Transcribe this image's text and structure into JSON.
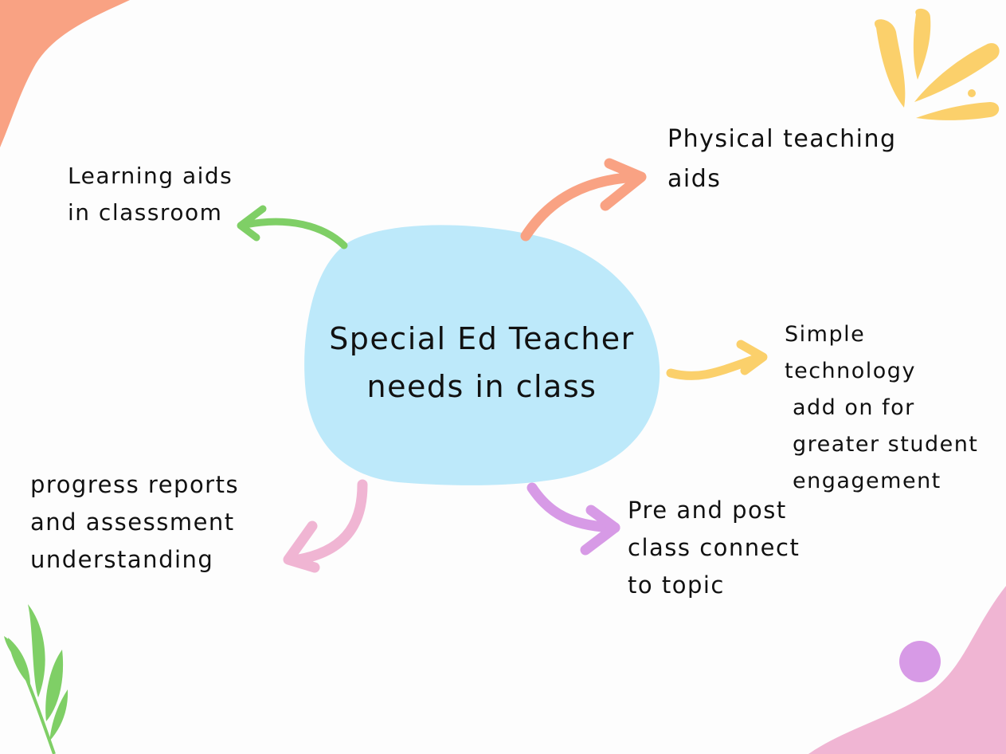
{
  "center": {
    "line1": "Special Ed Teacher",
    "line2": "needs in class"
  },
  "branches": {
    "learning_aids": [
      "Learning aids",
      "in classroom"
    ],
    "physical_aids": [
      "Physical teaching",
      "aids"
    ],
    "simple_tech": [
      "Simple",
      "technology",
      "add on for",
      "greater student",
      "engagement"
    ],
    "progress_reports": [
      "progress reports",
      "and assessment",
      "understanding"
    ],
    "pre_post": [
      "Pre and post",
      "class connect",
      "to topic"
    ]
  },
  "colors": {
    "center_blob": "#bde9fa",
    "arrow_green": "#7fcf66",
    "arrow_salmon": "#f9a283",
    "arrow_yellow": "#fbd06b",
    "arrow_pink": "#f0b5d3",
    "arrow_purple": "#d79ae6",
    "deco_orange": "#f9a283",
    "deco_yellow": "#fbd06b",
    "deco_leaf": "#7fcf66",
    "deco_pink": "#f0b5d3",
    "deco_purple_dot": "#d79ae6"
  }
}
